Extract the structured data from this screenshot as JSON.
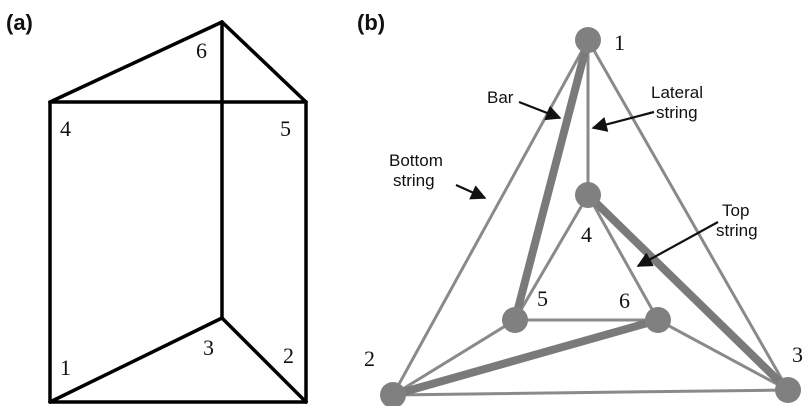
{
  "panel_a": {
    "label": "(a)",
    "vertices": {
      "v1": "1",
      "v2": "2",
      "v3": "3",
      "v4": "4",
      "v5": "5",
      "v6": "6"
    }
  },
  "panel_b": {
    "label": "(b)",
    "vertices": {
      "v1": "1",
      "v2": "2",
      "v3": "3",
      "v4": "4",
      "v5": "5",
      "v6": "6"
    },
    "annotations": {
      "bar": "Bar",
      "lateral_line1": "Lateral",
      "lateral_line2": "string",
      "bottom_line1": "Bottom",
      "bottom_line2": "string",
      "top_line1": "Top",
      "top_line2": "string"
    },
    "colors": {
      "string": "#8a8a8a",
      "bar": "#7a7a7a",
      "node": "#808080"
    }
  }
}
